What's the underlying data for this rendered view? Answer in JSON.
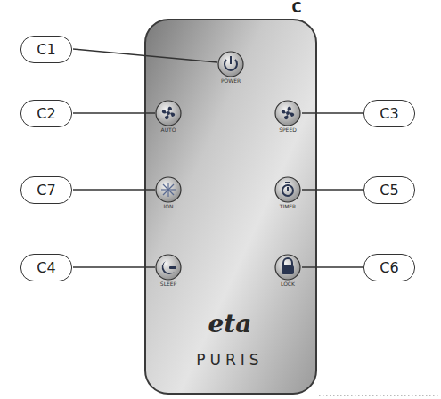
{
  "diagram": {
    "nodes": [
      {
        "text": [
          "C1"
        ]
      },
      {
        "text": [
          "C2"
        ]
      },
      {
        "text": [
          "C3"
        ]
      },
      {
        "text": [
          "C7"
        ]
      },
      {
        "text": [
          "C5"
        ]
      },
      {
        "text": [
          "C4"
        ]
      },
      {
        "text": [
          "C6"
        ]
      }
    ],
    "labels": [
      "C",
      "POWER",
      "AUTO",
      "SPEED",
      "ION",
      "TIMER",
      "SLEEP",
      "LOCK",
      "eta",
      "PURIS"
    ]
  }
}
